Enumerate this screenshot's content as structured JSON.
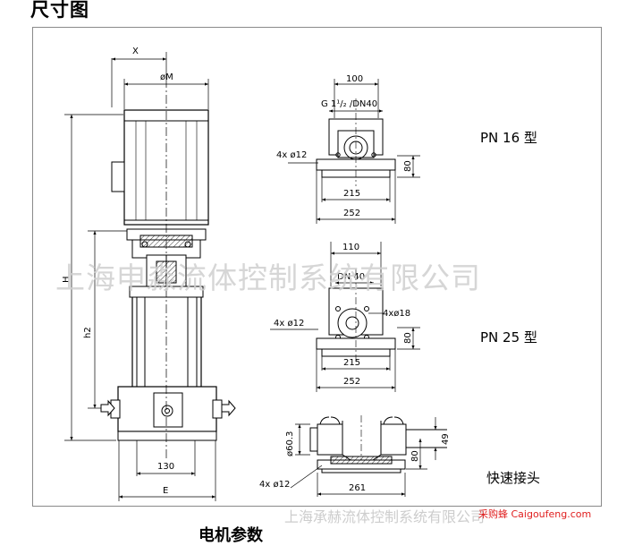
{
  "heading": "尺寸图",
  "footer_heading": "电机参数",
  "watermark_main": "上海申淼流体控制系统有限公司",
  "watermark_bottom": "上海承赫流体控制系统有限公司",
  "brand_credit": "采购蜂 Caigoufeng.com",
  "pump_view": {
    "dim_x": "X",
    "dim_m": "øM",
    "dim_h": "H",
    "dim_h2": "h2",
    "dim_130": "130",
    "dim_e": "E"
  },
  "pn16": {
    "label": "PN 16 型",
    "dim_100": "100",
    "dim_thread": "G 1¹/₂ /DN40",
    "dim_holes": "4x ø12",
    "dim_80": "80",
    "dim_215": "215",
    "dim_252": "252"
  },
  "pn25": {
    "label": "PN 25 型",
    "dim_110": "110",
    "dim_dn40": "DN 40",
    "dim_holes": "4x ø12",
    "dim_flange_holes": "4xø18",
    "dim_80": "80",
    "dim_215": "215",
    "dim_252": "252"
  },
  "quick": {
    "label": "快速接头",
    "dim_603": "ø60.3",
    "dim_49": "49",
    "dim_80": "80",
    "dim_holes": "4x ø12",
    "dim_261": "261"
  }
}
